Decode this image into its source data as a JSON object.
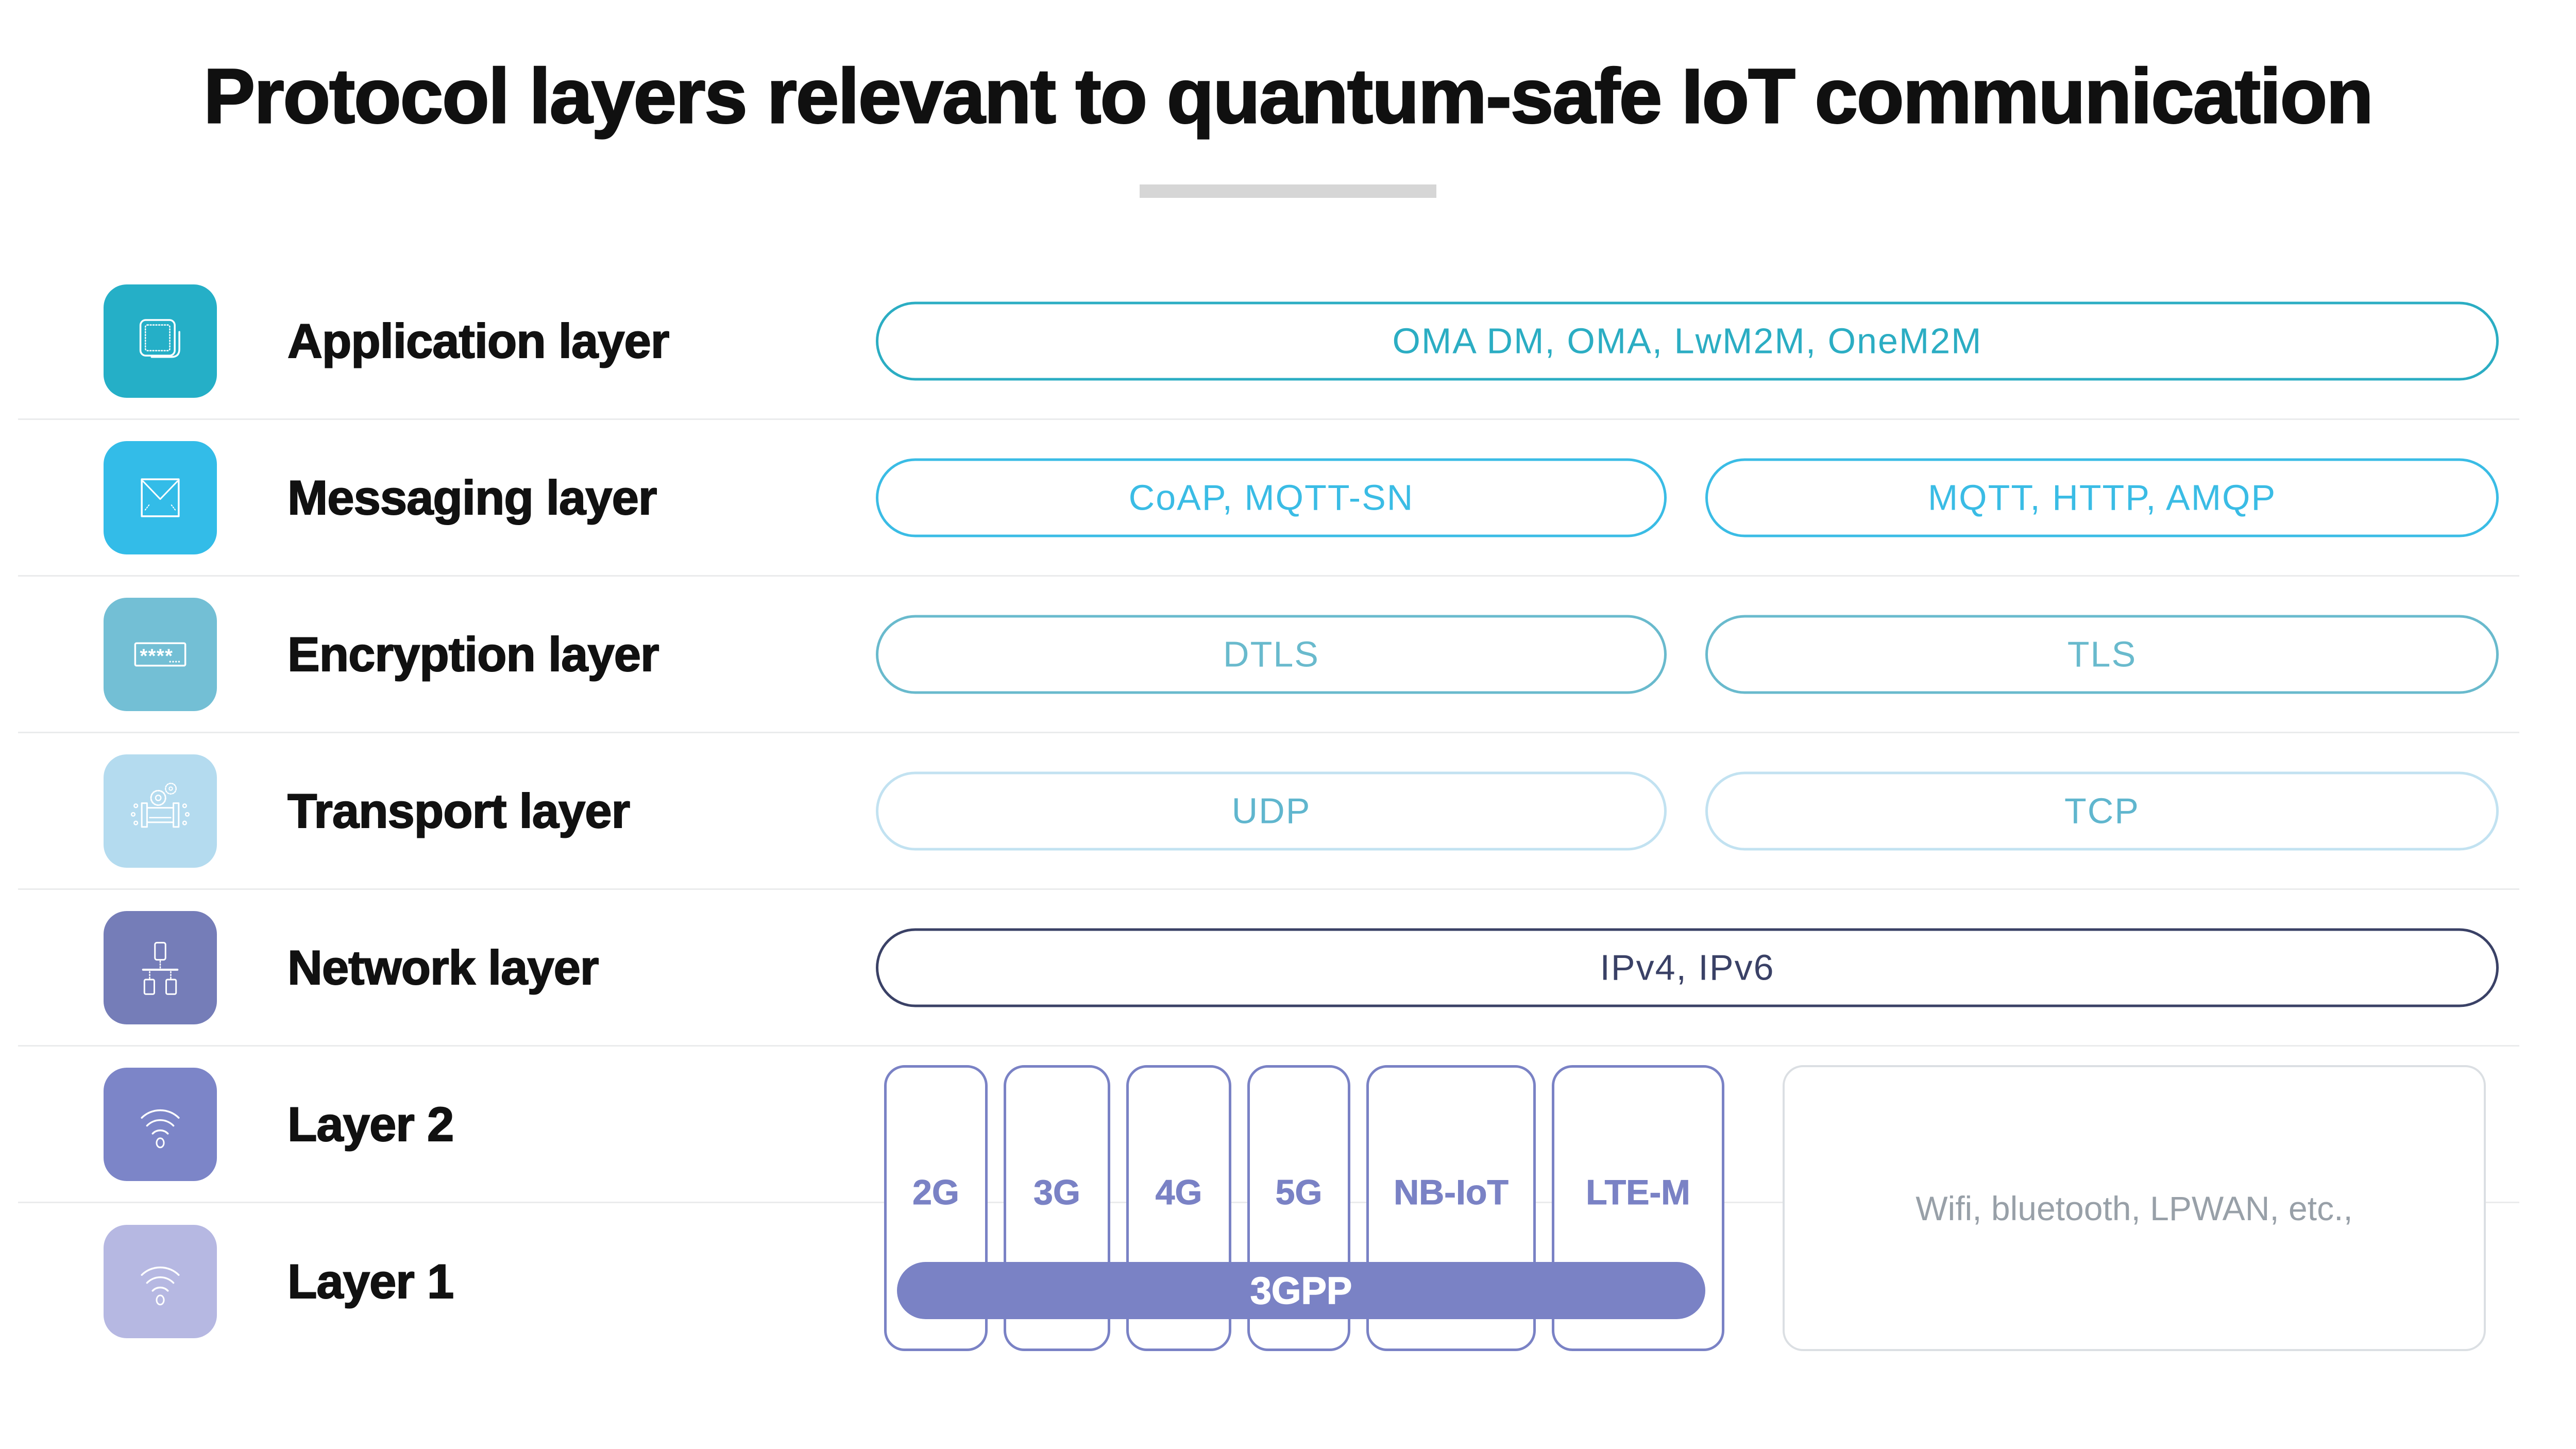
{
  "title": "Protocol layers relevant to quantum-safe IoT communication",
  "colors": {
    "title-color": "#101010",
    "divider": "#EAEBEC",
    "underline": "#D6D6D6",
    "app-icon": "#25AFC7",
    "app-pill": "#2BADC3",
    "msg-icon": "#33BCE8",
    "msg-pill": "#3ABCE5",
    "enc-icon": "#73BFD5",
    "enc-pill": "#69BACD",
    "tra-icon": "#B4DBEF",
    "tra-pill-border": "#C2E2F1",
    "tra-pill-text": "#60B6CE",
    "net-icon": "#757DB8",
    "net-pill": "#3A4166",
    "l2-icon": "#7C85C8",
    "l1-icon": "#B6B8E2",
    "cell": "#7A82C5",
    "wifi-border": "#DBDFE3",
    "wifi-text": "#98A0A8"
  },
  "rows": [
    {
      "label": "Application layer",
      "icon": "app-window-icon",
      "pills": [
        {
          "text": "OMA DM, OMA, LwM2M, OneM2M"
        }
      ]
    },
    {
      "label": "Messaging layer",
      "icon": "envelope-icon",
      "pills": [
        {
          "text": "CoAP, MQTT-SN"
        },
        {
          "text": "MQTT, HTTP, AMQP"
        }
      ]
    },
    {
      "label": "Encryption layer",
      "icon": "password-icon",
      "pills": [
        {
          "text": "DTLS"
        },
        {
          "text": "TLS"
        }
      ]
    },
    {
      "label": "Transport layer",
      "icon": "pipeline-icon",
      "pills": [
        {
          "text": "UDP"
        },
        {
          "text": "TCP"
        }
      ]
    },
    {
      "label": "Network layer",
      "icon": "network-tree-icon",
      "pills": [
        {
          "text": "IPv4, IPv6"
        }
      ]
    },
    {
      "label": "Layer 2",
      "icon": "wifi-icon",
      "pills": []
    },
    {
      "label": "Layer 1",
      "icon": "wifi-icon",
      "pills": []
    }
  ],
  "cellular": {
    "boxes": [
      "2G",
      "3G",
      "4G",
      "5G",
      "NB-IoT",
      "LTE-M"
    ],
    "bar_label": "3GPP"
  },
  "other_radios": {
    "text": "Wifi, bluetooth, LPWAN, etc.,"
  }
}
